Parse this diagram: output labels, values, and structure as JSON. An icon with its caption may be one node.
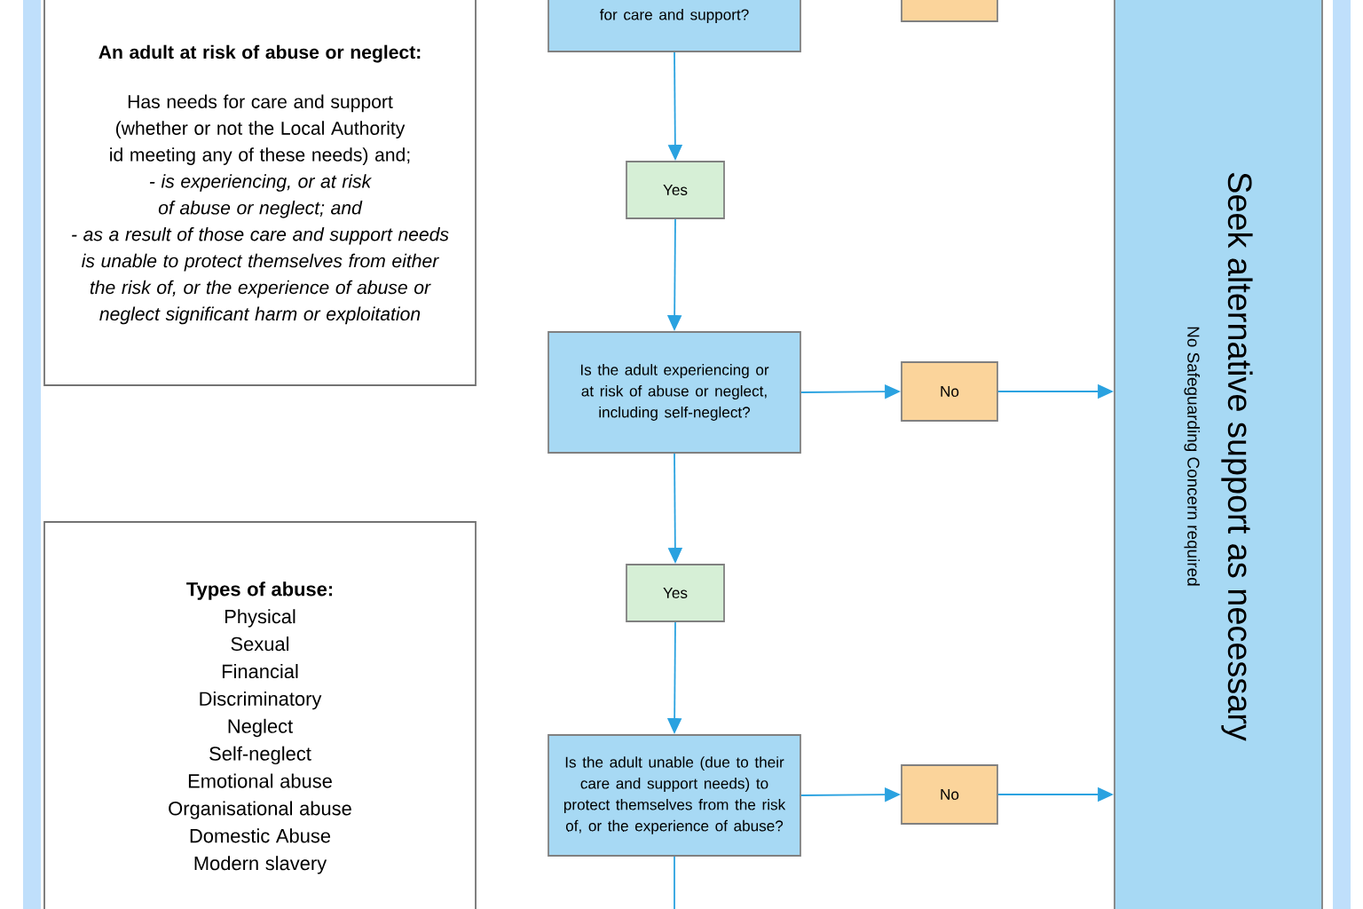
{
  "diagram": {
    "nodes": [
      {
        "text": [
          "An adult at risk of abuse or neglect:",
          "Has needs for care and support (whether or not the Local Authority id meeting any of these needs) and;",
          "- is experiencing, or at risk of abuse or neglect; and",
          "- as a result of those care and support needs is unable to protect themselves from either the risk of, or the experience of abuse or neglect significant harm or exploitation"
        ]
      },
      {
        "text": [
          "for care and support?"
        ]
      },
      {
        "text": [],
        "shape": "box"
      },
      {
        "text": [
          "Seek alternative support as necessary",
          "No Safeguarding Concern required"
        ]
      },
      {
        "text": [
          "Yes"
        ]
      },
      {
        "text": [
          "Is the adult experiencing or at risk of abuse or neglect, including self-neglect?"
        ]
      },
      {
        "text": [
          "No"
        ]
      },
      {
        "text": [
          "Types of abuse:",
          "Physical",
          "Sexual",
          "Financial",
          "Discriminatory",
          "Neglect",
          "Self-neglect",
          "Emotional abuse",
          "Organisational abuse",
          "Domestic Abuse",
          "Modern slavery"
        ]
      },
      {
        "text": [
          "Yes"
        ]
      },
      {
        "text": [
          "Is the adult unable (due to their care and support needs) to protect themselves from the risk of, or the experience of abuse?"
        ]
      },
      {
        "text": [
          "No"
        ]
      }
    ],
    "edges": [
      {
        "from": 1,
        "to": 4,
        "arrow": "to"
      },
      {
        "from": 4,
        "to": 5,
        "arrow": "to"
      },
      {
        "from": 5,
        "to": 6,
        "arrow": "to"
      },
      {
        "from": 6,
        "to": 3,
        "arrow": "to"
      },
      {
        "from": 5,
        "to": 8,
        "arrow": "to"
      },
      {
        "from": 8,
        "to": 9,
        "arrow": "to"
      },
      {
        "from": 9,
        "to": 10,
        "arrow": "to"
      },
      {
        "from": 10,
        "to": 3,
        "arrow": "to"
      },
      {
        "from": 9,
        "to": null,
        "arrow": "none"
      }
    ]
  }
}
